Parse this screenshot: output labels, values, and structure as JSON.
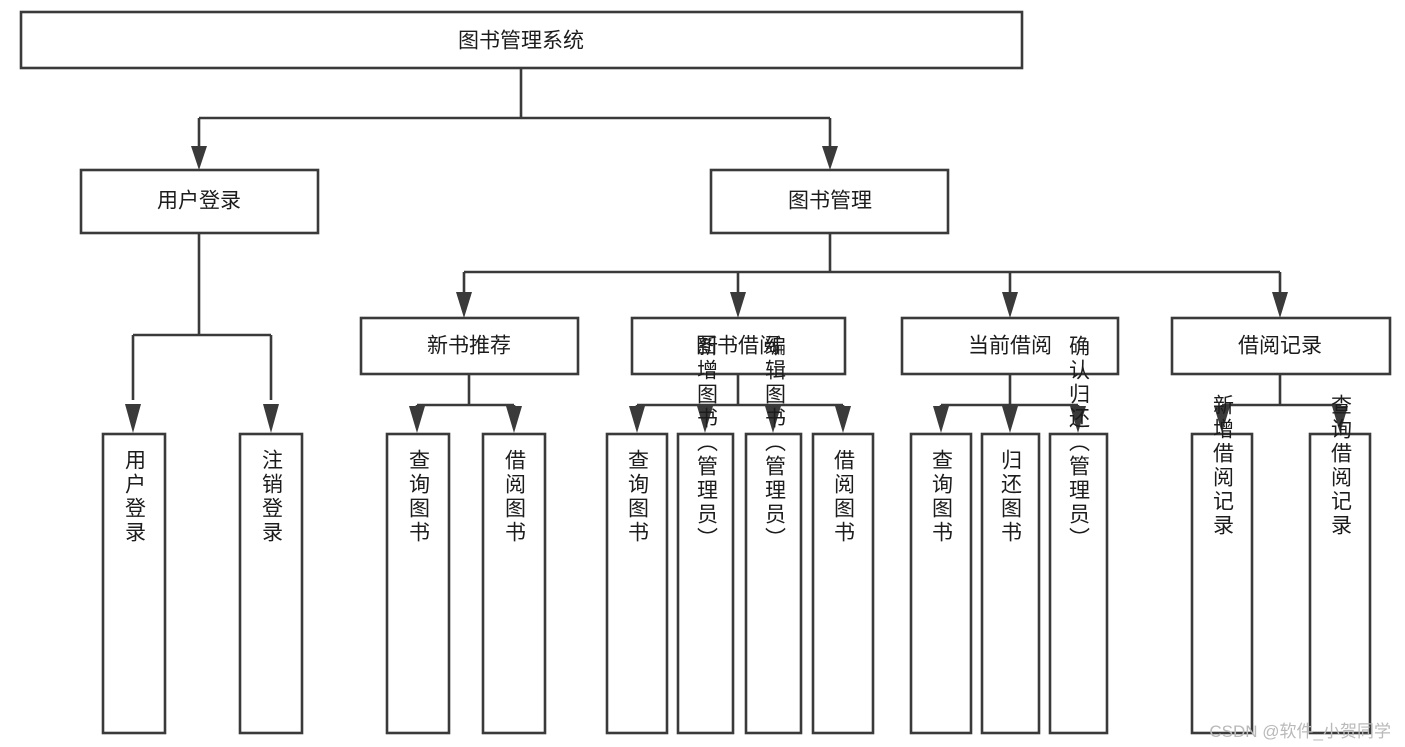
{
  "diagram": {
    "type": "tree-hierarchy-chart",
    "title": "图书管理系统",
    "orientation": "top-down",
    "watermark": "CSDN @软件_小贺同学",
    "colors": {
      "box_stroke": "#3a3a3a",
      "box_fill": "#ffffff",
      "connector": "#3a3a3a",
      "text": "#1c1c1c",
      "background": "#ffffff",
      "watermark": "#b9b9b9"
    },
    "levels": {
      "root": {
        "label": "图书管理系统"
      },
      "level1": [
        {
          "label": "用户登录"
        },
        {
          "label": "图书管理"
        }
      ],
      "level2": [
        {
          "label": "新书推荐"
        },
        {
          "label": "图书借阅"
        },
        {
          "label": "当前借阅"
        },
        {
          "label": "借阅记录"
        }
      ],
      "leaves": {
        "user_login": [
          {
            "label": "用户登录"
          },
          {
            "label": "注销登录"
          }
        ],
        "new_book_recommend": [
          {
            "label": "查询图书"
          },
          {
            "label": "借阅图书"
          }
        ],
        "book_borrow": [
          {
            "label": "查询图书"
          },
          {
            "label": "新增图书（管理员）"
          },
          {
            "label": "编辑图书（管理员）"
          },
          {
            "label": "借阅图书"
          }
        ],
        "current_borrow": [
          {
            "label": "查询图书"
          },
          {
            "label": "归还图书"
          },
          {
            "label": "确认归还（管理员）"
          }
        ],
        "borrow_record": [
          {
            "label": "新增借阅记录"
          },
          {
            "label": "查询借阅记录"
          }
        ]
      }
    }
  }
}
